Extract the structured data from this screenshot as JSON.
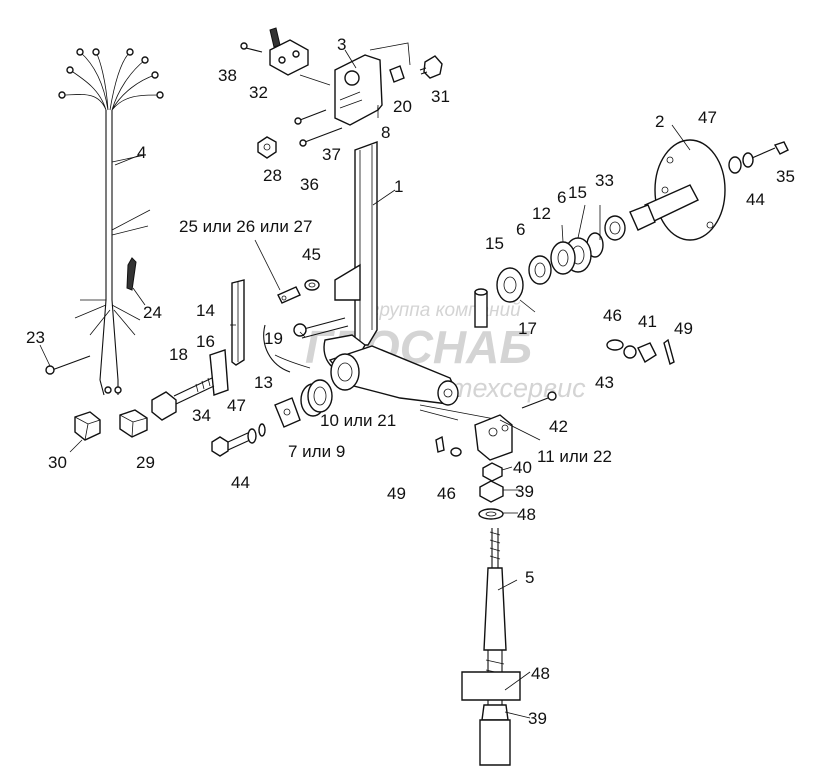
{
  "watermark": {
    "line1": "группа компаний",
    "line2": "ГРОСНАБ",
    "line3": "техсервис"
  },
  "labels": {
    "l1": "1",
    "l2": "2",
    "l3": "3",
    "l4": "4",
    "l5": "5",
    "l6a": "6",
    "l6b": "6",
    "l7": "7 или 9",
    "l8": "8",
    "l10": "10 или 21",
    "l11": "11 или 22",
    "l12": "12",
    "l13": "13",
    "l14": "14",
    "l15a": "15",
    "l15b": "15",
    "l16": "16",
    "l17": "17",
    "l18": "18",
    "l19": "19",
    "l20": "20",
    "l23": "23",
    "l24": "24",
    "l25": "25 или 26 или 27",
    "l28": "28",
    "l29": "29",
    "l30": "30",
    "l31": "31",
    "l32": "32",
    "l33": "33",
    "l34": "34",
    "l35": "35",
    "l36": "36",
    "l37": "37",
    "l38": "38",
    "l39a": "39",
    "l39b": "39",
    "l40": "40",
    "l41": "41",
    "l42": "42",
    "l43": "43",
    "l44a": "44",
    "l44b": "44",
    "l45": "45",
    "l46a": "46",
    "l46b": "46",
    "l47a": "47",
    "l47b": "47",
    "l48a": "48",
    "l48b": "48",
    "l49a": "49",
    "l49b": "49"
  }
}
